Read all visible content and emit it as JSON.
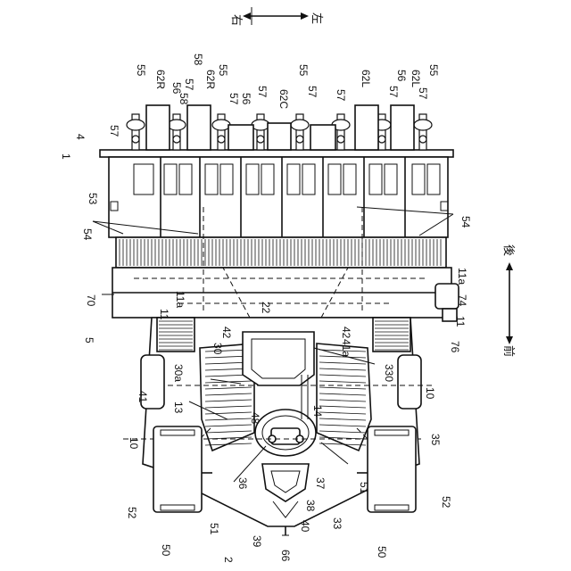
{
  "direction_labels": {
    "right": "右",
    "left": "左",
    "rear": "後",
    "front": "前"
  },
  "reference_numerals": [
    "55",
    "62R",
    "58",
    "62R",
    "55",
    "58",
    "56",
    "57",
    "57",
    "56",
    "57",
    "62C",
    "55",
    "57",
    "57",
    "62L",
    "57",
    "56",
    "62L",
    "55",
    "57",
    "57",
    "4",
    "1",
    "53",
    "54",
    "54",
    "70",
    "5",
    "11a",
    "11",
    "22",
    "42",
    "42",
    "11a",
    "74",
    "11",
    "76",
    "30",
    "30a",
    "41a",
    "330",
    "41",
    "13",
    "48",
    "14",
    "10",
    "10",
    "35",
    "36",
    "37",
    "38",
    "33",
    "52",
    "52",
    "51",
    "51",
    "39",
    "40",
    "50",
    "50",
    "2",
    "66"
  ]
}
